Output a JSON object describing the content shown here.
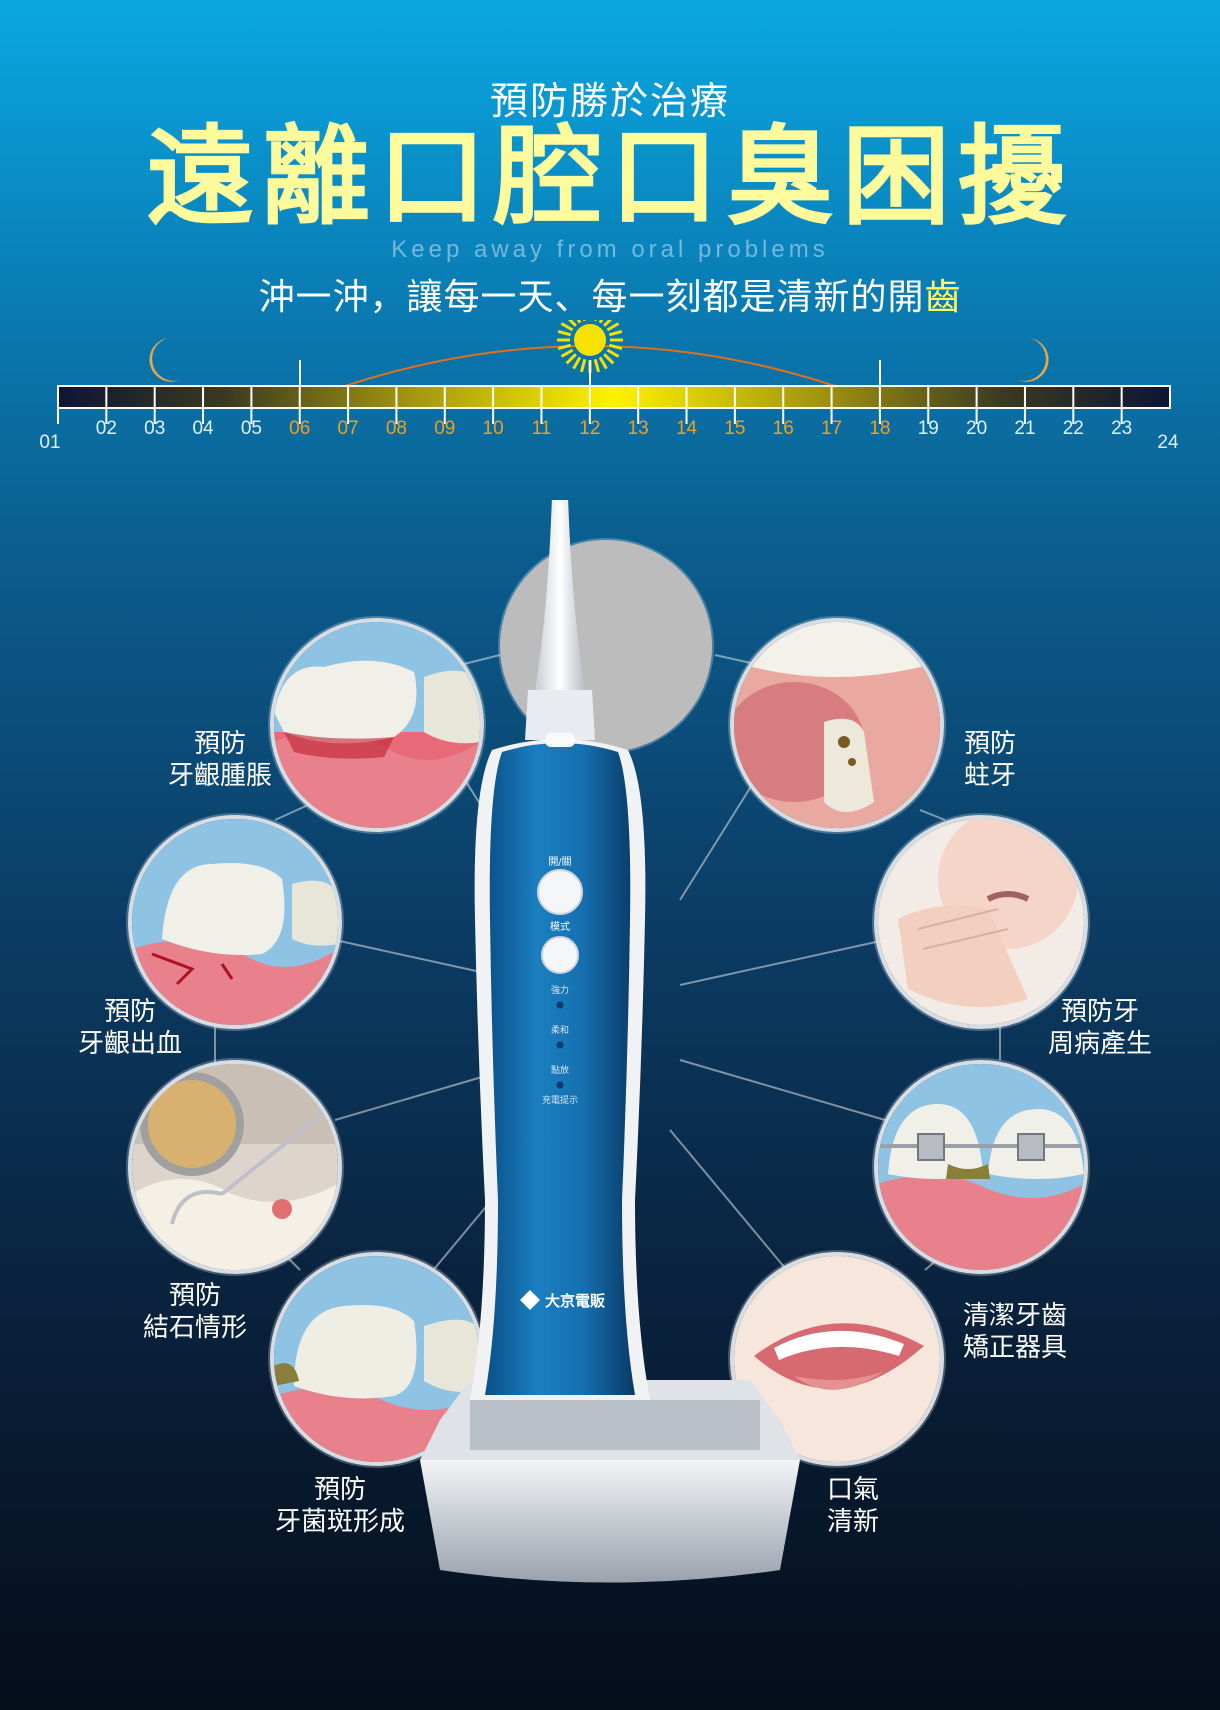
{
  "header": {
    "kicker": "預防勝於治療",
    "headline": "遠離口腔口臭困擾",
    "english": "Keep away from oral problems",
    "tagline_main": "沖一沖，讓每一天、每一刻都是清新的開",
    "tagline_highlight": "齒"
  },
  "timeline": {
    "hours_top": [
      "02",
      "03",
      "04",
      "05",
      "06",
      "07",
      "08",
      "09",
      "10",
      "11",
      "12",
      "13",
      "14",
      "15",
      "16",
      "17",
      "18",
      "19",
      "20",
      "21",
      "22",
      "23"
    ],
    "hour_start": "01",
    "hour_end": "24",
    "icons": [
      "moon-icon",
      "sun-icon",
      "moon-icon"
    ],
    "colors": {
      "night": "#101838",
      "day": "#f5e200",
      "daylight_hours": "#f0a020",
      "night_hours": "#e0f0ff"
    }
  },
  "features": {
    "gum_swelling": [
      "預防",
      "牙齦腫脹"
    ],
    "gum_bleeding": [
      "預防",
      "牙齦出血"
    ],
    "tartar": [
      "預防",
      "結石情形"
    ],
    "plaque": [
      "預防",
      "牙菌斑形成"
    ],
    "cavity": [
      "預防",
      "蛀牙"
    ],
    "periodontal": [
      "預防牙",
      "周病產生"
    ],
    "braces": [
      "清潔牙齒",
      "矯正器具"
    ],
    "breath": [
      "口氣",
      "清新"
    ]
  },
  "device": {
    "button_power": "開/關",
    "button_mode": "模式",
    "mode_strong": "強力",
    "mode_soft": "柔和",
    "mode_pulse": "點放",
    "charge_indicator": "充電提示",
    "brand": "大京電販"
  }
}
